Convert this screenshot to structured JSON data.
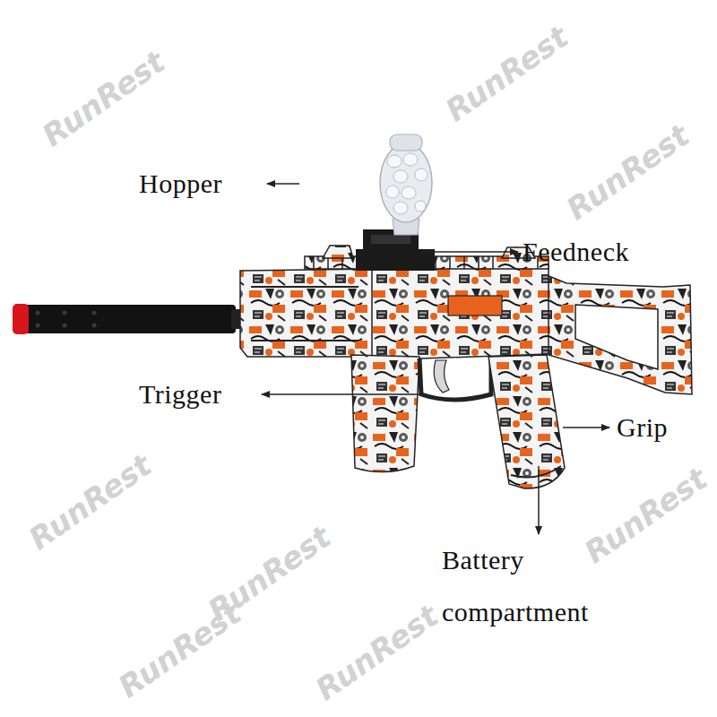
{
  "diagram": {
    "labels": [
      "Hopper",
      "Feedneck",
      "Trigger",
      "Grip",
      "Battery compartment",
      "RunRest",
      "RunRest",
      "RunRest",
      "RunRest",
      "RunRest",
      "RunRest",
      "RunRest",
      "RunRest"
    ]
  }
}
